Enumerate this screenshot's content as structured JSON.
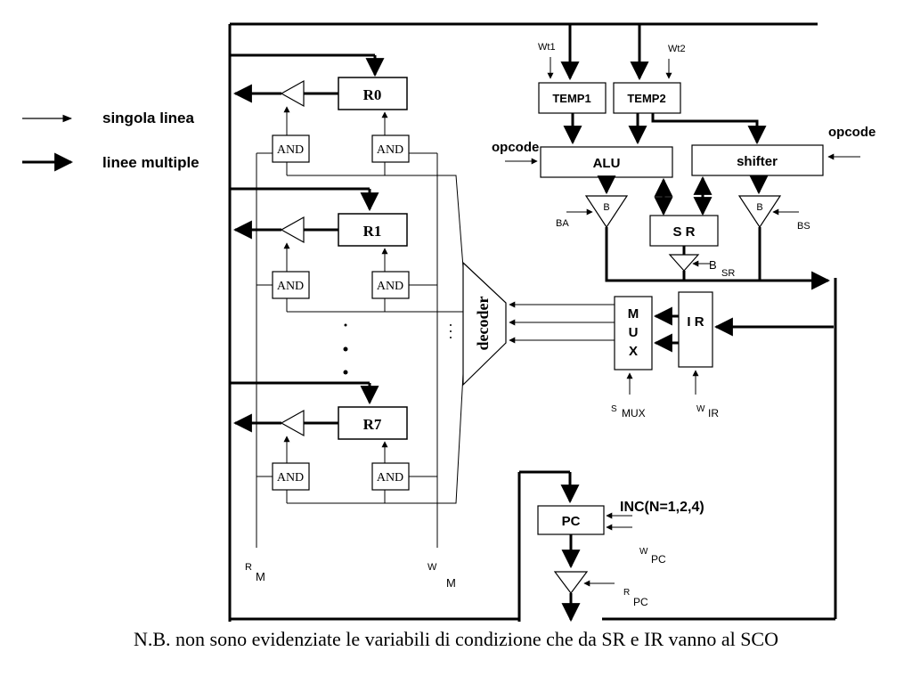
{
  "legend": {
    "single_line": "singola linea",
    "multiple_lines": "linee multiple"
  },
  "registers": {
    "r0": "R0",
    "r1": "R1",
    "r7": "R7",
    "and": "AND"
  },
  "alu_section": {
    "wt1": "Wt1",
    "wt2": "Wt2",
    "temp1": "TEMP1",
    "temp2": "TEMP2",
    "opcode_left": "opcode",
    "opcode_right": "opcode",
    "alu": "ALU",
    "shifter": "shifter",
    "buffer_label": "B",
    "ba": "BA",
    "bs": "BS",
    "sr": "S R",
    "b_sr_main": "B",
    "b_sr_sub": "SR"
  },
  "control": {
    "decoder": "decoder",
    "mux_letters": [
      "M",
      "U",
      "X"
    ],
    "ir": "I R",
    "s_mux_main": "S",
    "s_mux_sub": "MUX",
    "w_ir_main": "W",
    "w_ir_sub": "IR"
  },
  "memory_signals": {
    "r_m_main": "R",
    "r_m_sub": "M",
    "w_m_main": "W",
    "w_m_sub": "M"
  },
  "pc_section": {
    "pc": "PC",
    "inc": "INC(N=1,2,4)",
    "w_pc_main": "W",
    "w_pc_sub": "PC",
    "r_pc_main": "R",
    "r_pc_sub": "PC"
  },
  "note": "N.B. non sono evidenziate le variabili di condizione che da SR e IR vanno al SCO"
}
